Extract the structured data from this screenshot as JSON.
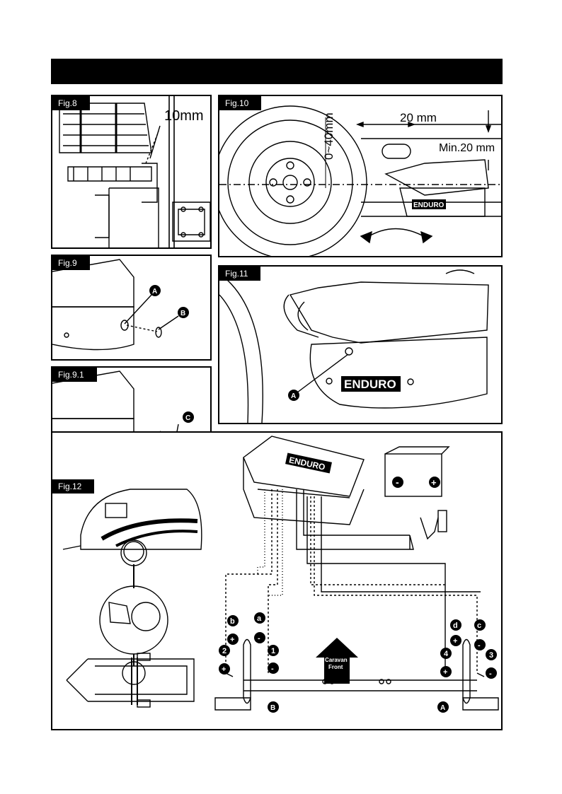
{
  "figures": {
    "fig8": {
      "label": "Fig.8",
      "measure": "10mm"
    },
    "fig9": {
      "label": "Fig.9",
      "marker_a": "A",
      "marker_b": "B"
    },
    "fig91": {
      "label": "Fig.9.1",
      "marker_c": "C"
    },
    "fig10": {
      "label": "Fig.10",
      "gap_range": "0~40mm",
      "offset": "20 mm",
      "clearance": "Min.20 mm",
      "brand": "ENDURO"
    },
    "fig11": {
      "label": "Fig.11",
      "marker_a": "A",
      "brand": "ENDURO"
    },
    "fig12": {
      "label": "Fig.12",
      "brand": "ENDURO",
      "battery_neg": "-",
      "battery_pos": "+",
      "wire_b": "b",
      "wire_a": "a",
      "wire_d": "d",
      "wire_c": "c",
      "num_1": "1",
      "num_2": "2",
      "num_3": "3",
      "num_4": "4",
      "plus": "+",
      "minus": "-",
      "front_line1": "Caravan",
      "front_line2": "Front",
      "unit_a": "A",
      "unit_b": "B"
    }
  }
}
